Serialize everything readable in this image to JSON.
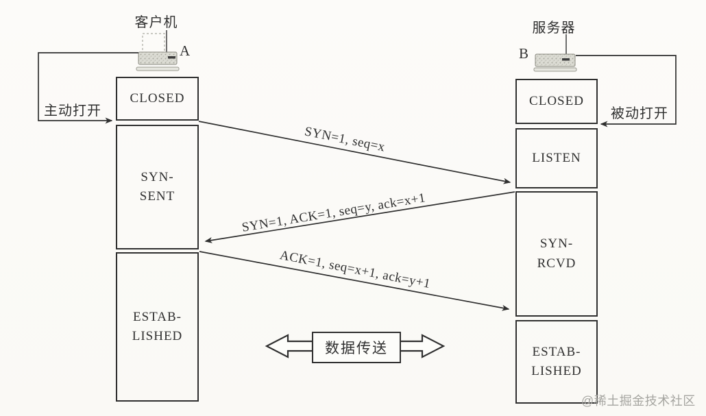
{
  "colors": {
    "ink": "#2f2f2f",
    "paper": "#fbfaf7",
    "watermark_color": "#a5a5a0"
  },
  "client": {
    "title": "客户机",
    "host_label": "A",
    "open_label": "主动打开",
    "states": [
      {
        "label": "CLOSED"
      },
      {
        "label": "SYN-\nSENT"
      },
      {
        "label": "ESTAB-\nLISHED"
      }
    ]
  },
  "server": {
    "title": "服务器",
    "host_label": "B",
    "open_label": "被动打开",
    "states": [
      {
        "label": "CLOSED"
      },
      {
        "label": "LISTEN"
      },
      {
        "label": "SYN-\nRCVD"
      },
      {
        "label": "ESTAB-\nLISHED"
      }
    ]
  },
  "messages": [
    {
      "label": "SYN=1, seq=x",
      "from": "A",
      "to": "B"
    },
    {
      "label": "SYN=1, ACK=1, seq=y, ack=x+1",
      "from": "B",
      "to": "A"
    },
    {
      "label": "ACK=1, seq=x+1, ack=y+1",
      "from": "A",
      "to": "B"
    }
  ],
  "data_transfer": {
    "label": "数据传送"
  },
  "watermark": "@稀土掘金技术社区"
}
